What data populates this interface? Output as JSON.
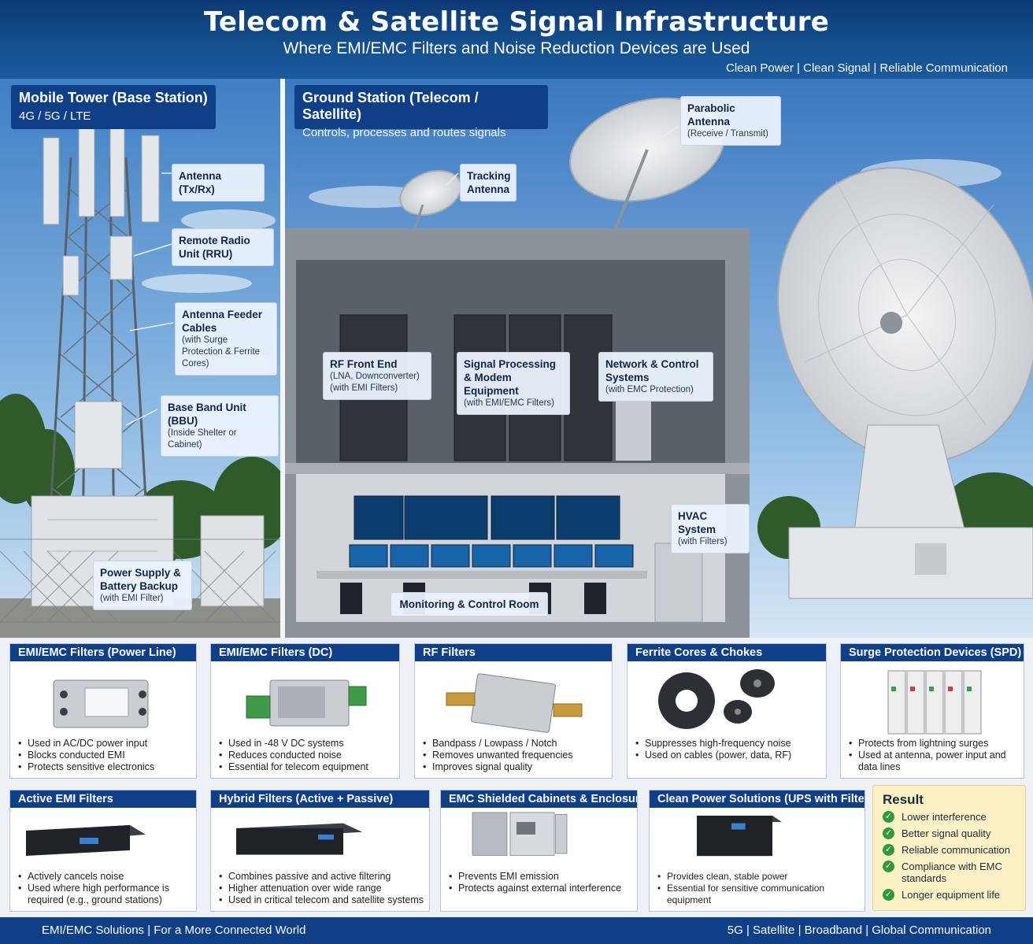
{
  "header": {
    "title": "Telecom & Satellite Signal Infrastructure",
    "subtitle": "Where EMI/EMC Filters and Noise Reduction Devices are Used",
    "tagline": "Clean Power  |  Clean Signal  |  Reliable Communication"
  },
  "left_panel": {
    "title": "Mobile Tower (Base Station)",
    "subtitle": "4G / 5G / LTE",
    "callouts": [
      {
        "main": "Antenna (Tx/Rx)",
        "note": ""
      },
      {
        "main": "Remote Radio Unit (RRU)",
        "note": ""
      },
      {
        "main": "Antenna Feeder Cables",
        "note": "(with Surge Protection & Ferrite Cores)"
      },
      {
        "main": "Base Band Unit (BBU)",
        "note": "(Inside Shelter or Cabinet)"
      },
      {
        "main": "Power Supply & Battery Backup",
        "note": "(with EMI Filter)"
      }
    ]
  },
  "right_panel": {
    "title": "Ground Station (Telecom / Satellite)",
    "subtitle": "Controls, processes and routes signals",
    "callouts": [
      {
        "main": "Parabolic Antenna",
        "note": "(Receive / Transmit)"
      },
      {
        "main": "Tracking Antenna",
        "note": ""
      },
      {
        "main": "RF Front End",
        "note": "(LNA, Downconverter) (with EMI Filters)"
      },
      {
        "main": "Signal Processing & Modem Equipment",
        "note": "(with EMI/EMC Filters)"
      },
      {
        "main": "Network & Control Systems",
        "note": "(with EMC Protection)"
      },
      {
        "main": "HVAC System",
        "note": "(with Filters)"
      },
      {
        "main": "Monitoring & Control Room",
        "note": ""
      }
    ]
  },
  "products_row1": [
    {
      "title": "EMI/EMC Filters (Power Line)",
      "icon": "power-line-filter-icon",
      "bullets": [
        "Used in AC/DC power input",
        "Blocks conducted EMI",
        "Protects sensitive electronics"
      ]
    },
    {
      "title": "EMI/EMC Filters (DC)",
      "icon": "dc-filter-icon",
      "bullets": [
        "Used in -48 V DC systems",
        "Reduces conducted noise",
        "Essential for telecom equipment"
      ]
    },
    {
      "title": "RF Filters",
      "icon": "rf-filter-icon",
      "bullets": [
        "Bandpass / Lowpass / Notch",
        "Removes unwanted frequencies",
        "Improves signal quality"
      ]
    },
    {
      "title": "Ferrite Cores & Chokes",
      "icon": "ferrite-core-icon",
      "bullets": [
        "Suppresses high-frequency noise",
        "Used on cables (power, data, RF)"
      ]
    },
    {
      "title": "Surge Protection Devices (SPD)",
      "icon": "surge-protector-icon",
      "bullets": [
        "Protects from lightning surges",
        "Used at antenna, power input and data lines"
      ]
    }
  ],
  "products_row2": [
    {
      "title": "Active EMI Filters",
      "icon": "active-filter-icon",
      "bullets": [
        "Actively cancels noise",
        "Used where high performance is required (e.g., ground stations)"
      ]
    },
    {
      "title": "Hybrid Filters (Active + Passive)",
      "icon": "hybrid-filter-icon",
      "bullets": [
        "Combines passive and active filtering",
        "Higher attenuation over wide range",
        "Used in critical telecom and satellite systems"
      ]
    },
    {
      "title": "EMC Shielded Cabinets & Enclosures",
      "icon": "shielded-cabinet-icon",
      "bullets": [
        "Prevents EMI emission",
        "Protects against external interference"
      ]
    },
    {
      "title": "Clean Power Solutions (UPS with Filters)",
      "icon": "ups-icon",
      "bullets": [
        "Provides clean, stable power",
        "Essential for sensitive communication equipment"
      ]
    }
  ],
  "result": {
    "title": "Result",
    "items": [
      "Lower interference",
      "Better signal quality",
      "Reliable communication",
      "Compliance with EMC standards",
      "Longer equipment life"
    ]
  },
  "footer": {
    "left": "EMI/EMC Solutions  |  For a More Connected World",
    "right": "5G  |  Satellite  |  Broadband  |  Global Communication"
  },
  "colors": {
    "brand_blue": "#0f3f86",
    "result_bg": "#fbf1c5",
    "check_green": "#2f9a3a"
  }
}
